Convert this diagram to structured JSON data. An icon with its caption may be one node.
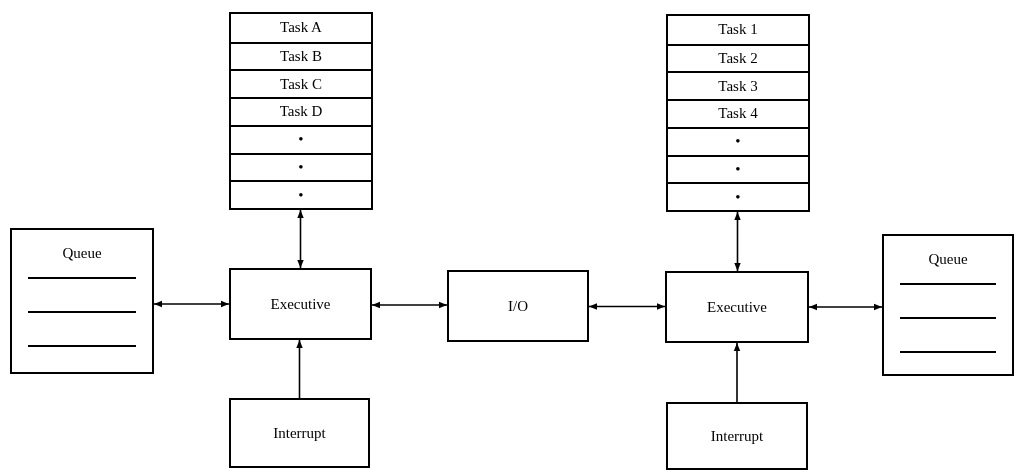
{
  "diagram": {
    "nodes": [
      {
        "text": [],
        "shape": "box"
      },
      {
        "text": [
          "Task A"
        ],
        "in": 0
      },
      {
        "text": [
          "Task B"
        ],
        "in": 0
      },
      {
        "text": [
          "Task C"
        ],
        "in": 0
      },
      {
        "text": [
          "Task D"
        ],
        "in": 0
      },
      {
        "text": [
          "•"
        ],
        "in": 0
      },
      {
        "text": [
          "•"
        ],
        "in": 0
      },
      {
        "text": [
          "•"
        ],
        "in": 0
      },
      {
        "text": [],
        "shape": "box"
      },
      {
        "text": [
          "Task 1"
        ],
        "in": 8
      },
      {
        "text": [
          "Task 2"
        ],
        "in": 8
      },
      {
        "text": [
          "Task 3"
        ],
        "in": 8
      },
      {
        "text": [
          "Task 4"
        ],
        "in": 8
      },
      {
        "text": [
          "•"
        ],
        "in": 8
      },
      {
        "text": [
          "•"
        ],
        "in": 8
      },
      {
        "text": [
          "•"
        ],
        "in": 8
      },
      {
        "text": [
          "Queue"
        ]
      },
      {
        "text": [
          "Executive"
        ]
      },
      {
        "text": [
          "I/O"
        ]
      },
      {
        "text": [
          "Executive"
        ]
      },
      {
        "text": [
          "Queue"
        ]
      },
      {
        "text": [
          "Interrupt"
        ]
      },
      {
        "text": [
          "Interrupt"
        ]
      }
    ],
    "edges": [
      {
        "from": 16,
        "to": 17,
        "arrow": "both"
      },
      {
        "from": 0,
        "to": 17,
        "arrow": "both"
      },
      {
        "from": 17,
        "to": 18,
        "arrow": "both"
      },
      {
        "from": 18,
        "to": 19,
        "arrow": "both"
      },
      {
        "from": 8,
        "to": 19,
        "arrow": "both"
      },
      {
        "from": 19,
        "to": 20,
        "arrow": "both"
      },
      {
        "from": 21,
        "to": 17,
        "arrow": "to"
      },
      {
        "from": 22,
        "to": 19,
        "arrow": "to"
      }
    ]
  }
}
